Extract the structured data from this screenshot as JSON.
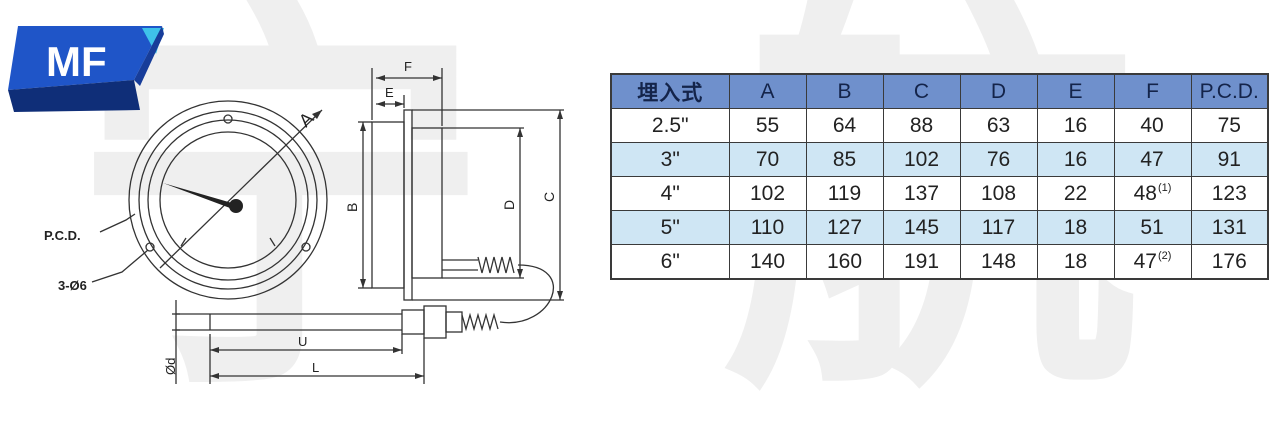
{
  "logo": {
    "text": "MF",
    "colors": {
      "primary": "#1f55c8",
      "dark": "#0f2e78",
      "accent": "#3ec2ea"
    }
  },
  "watermark": {
    "chars": [
      "宁",
      "航"
    ]
  },
  "drawing": {
    "labels": {
      "A": "A",
      "B": "B",
      "C": "C",
      "D": "D",
      "E": "E",
      "F": "F",
      "U": "U",
      "L": "L",
      "pcd": "P.C.D.",
      "holes": "3-Ø6",
      "phi_d": "Ød"
    }
  },
  "table": {
    "headers": [
      "埋入式",
      "A",
      "B",
      "C",
      "D",
      "E",
      "F",
      "P.C.D."
    ],
    "rows": [
      {
        "size": "2.5\"",
        "A": "55",
        "B": "64",
        "C": "88",
        "D": "63",
        "E": "16",
        "F": "40",
        "F_note": "",
        "PCD": "75"
      },
      {
        "size": "3\"",
        "A": "70",
        "B": "85",
        "C": "102",
        "D": "76",
        "E": "16",
        "F": "47",
        "F_note": "",
        "PCD": "91"
      },
      {
        "size": "4\"",
        "A": "102",
        "B": "119",
        "C": "137",
        "D": "108",
        "E": "22",
        "F": "48",
        "F_note": "(1)",
        "PCD": "123"
      },
      {
        "size": "5\"",
        "A": "110",
        "B": "127",
        "C": "145",
        "D": "117",
        "E": "18",
        "F": "51",
        "F_note": "",
        "PCD": "131"
      },
      {
        "size": "6\"",
        "A": "140",
        "B": "160",
        "C": "191",
        "D": "148",
        "E": "18",
        "F": "47",
        "F_note": "(2)",
        "PCD": "176"
      }
    ]
  }
}
